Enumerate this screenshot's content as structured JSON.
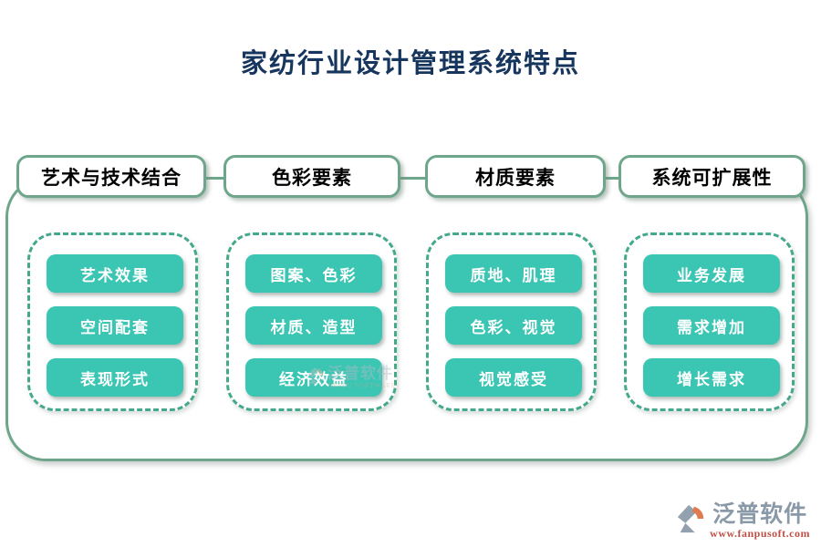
{
  "title": "家纺行业设计管理系统特点",
  "columns": [
    {
      "header": "艺术与技术结合",
      "items": [
        "艺术效果",
        "空间配套",
        "表现形式"
      ]
    },
    {
      "header": "色彩要素",
      "items": [
        "图案、色彩",
        "材质、造型",
        "经济效益"
      ]
    },
    {
      "header": "材质要素",
      "items": [
        "质地、肌理",
        "色彩、视觉",
        "视觉感受"
      ]
    },
    {
      "header": "系统可扩展性",
      "items": [
        "业务发展",
        "需求增加",
        "增长需求"
      ]
    }
  ],
  "watermark": {
    "brand": "泛普软件",
    "subtext": "FANPU SOFTWARE"
  },
  "footer": {
    "brand": "泛普软件",
    "url": "www.fanpusoft.com"
  },
  "colors": {
    "title": "#17365D",
    "frame_border": "#6FA68B",
    "dashed_border": "#44A88D",
    "item_fill": "#3BC5B3",
    "item_text": "#FFFFFF",
    "tab_text": "#000000",
    "footer_brand": "#8A99A8",
    "footer_url": "#C05046",
    "logo_orange": "#E07B4F",
    "logo_gray": "#93A0AE"
  }
}
